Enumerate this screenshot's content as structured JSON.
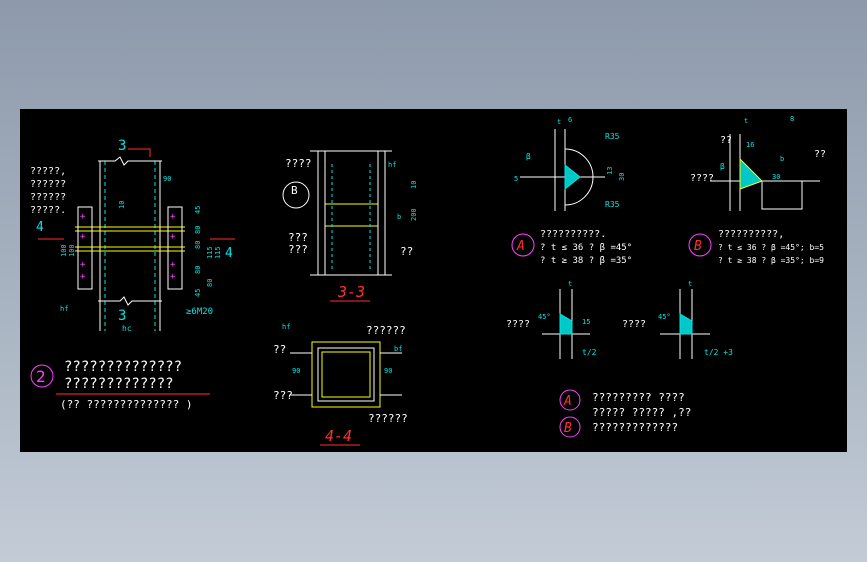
{
  "colors": {
    "background": "#000000",
    "line": "#ffffff",
    "dimension": "#00e5e5",
    "section": "#ff3030",
    "weld": "#ffff00",
    "marker": "#ff40ff",
    "fill": "#00c8c8"
  },
  "left": {
    "section_mark_top": "3",
    "section_mark_bottom": "3",
    "section_mark_left": "4",
    "section_mark_right": "4",
    "note_lines": [
      "?????,",
      "??????",
      "??????",
      "?????."
    ],
    "dims": {
      "d10": "10",
      "d90": "90",
      "d45": "45",
      "d80a": "80",
      "d80b": "80",
      "d115a": "115",
      "d115b": "115",
      "d80c": "80",
      "d80d": "80",
      "d45b": "45",
      "d100a": "100",
      "d100b": "100",
      "bolt": "≥6M20",
      "hc": "hc",
      "hf": "hf"
    },
    "circle_label": "2",
    "title_lines": [
      "??????????????",
      "?????????????"
    ],
    "subtitle": "(?? ?????????????? )"
  },
  "sec33": {
    "label": "3-3",
    "text_tl": "????",
    "circle_b": "B",
    "text_ml": "???",
    "text_ml2": "???",
    "text_br": "??",
    "dims": {
      "hf": "hf",
      "d10": "10",
      "d200": "200",
      "b": "b"
    }
  },
  "sec44": {
    "label": "4-4",
    "text_tr": "??????",
    "text_l1": "??",
    "text_l2": "???",
    "text_br": "??????",
    "dims": {
      "hf": "hf",
      "d90a": "90",
      "d90b": "90",
      "bf": "bf"
    }
  },
  "detailA": {
    "dims": {
      "t": "t",
      "d6": "6",
      "r35a": "R35",
      "r35b": "R35",
      "d5": "5",
      "d30": "30",
      "d13": "13",
      "beta": "β"
    },
    "circle": "A",
    "line1": "??????????.",
    "line2": "? t ≤ 36 ?  β =45°",
    "line3": "? t ≥ 38 ?  β =35°"
  },
  "detailB": {
    "dims": {
      "t": "t",
      "d8": "8",
      "d16": "16",
      "d30": "30",
      "beta": "β",
      "b": "b"
    },
    "text_tl": "??",
    "text_ml": "????",
    "text_r": "??",
    "circle": "B",
    "line1": "??????????,",
    "line2": "? t ≤ 36 ?  β =45°; b=5",
    "line3": "? t ≥ 38 ?  β =35°; b=9"
  },
  "detailC": {
    "text": "????",
    "t": "t",
    "d45": "45°",
    "d15": "15",
    "half": "t/2"
  },
  "detailD": {
    "text": "????",
    "t": "t",
    "d45": "45°",
    "formula": "t/2 +3"
  },
  "notes": {
    "circle_a": "A",
    "circle_b": "B",
    "line1": "?????????  ????",
    "line2": "?????  ????? ,??",
    "line3": "?????????????"
  }
}
